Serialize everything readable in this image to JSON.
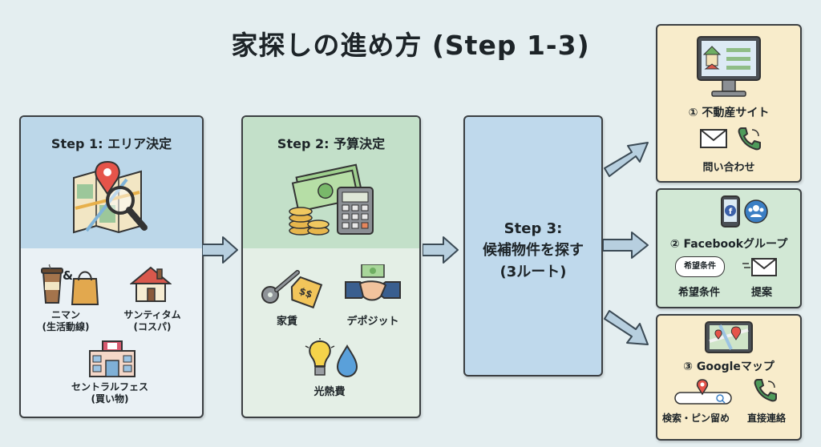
{
  "title": "家探しの進め方 (Step 1-3)",
  "step1": {
    "title": "Step 1: エリア決定",
    "options": [
      {
        "label1": "ニマン",
        "label2": "(生活動線)"
      },
      {
        "label1": "サンティタム",
        "label2": "(コスパ)"
      },
      {
        "label1": "セントラルフェス",
        "label2": "(買い物)"
      }
    ],
    "ampersand": "&"
  },
  "step2": {
    "title": "Step 2: 予算決定",
    "items": [
      "家賃",
      "デポジット",
      "光熱費"
    ]
  },
  "step3": {
    "line1": "Step 3:",
    "line2": "候補物件を探す",
    "line3": "(3ルート)"
  },
  "routes": [
    {
      "title": "① 不動産サイト",
      "action": "問い合わせ"
    },
    {
      "title": "② Facebookグループ",
      "tag": "希望条件",
      "left": "希望条件",
      "right": "提案"
    },
    {
      "title": "③ Googleマップ",
      "left": "検索・ピン留め",
      "right": "直接連絡"
    }
  ],
  "colors": {
    "step1_header": "#bcd7e9",
    "step2_header": "#c3e0c9",
    "step3": "#bfd9ec",
    "route_yellow": "#f8eccb",
    "route_green": "#d2e8d5",
    "arrow": "#b7cfdf"
  }
}
